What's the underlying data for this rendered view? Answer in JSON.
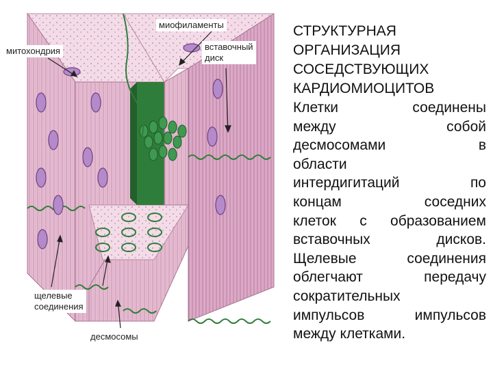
{
  "diagram": {
    "labels": {
      "myofilaments": "миофиламенты",
      "mitochondria": "митохондрия",
      "intercalated_disc_line1": "вставочный",
      "intercalated_disc_line2": "диск",
      "gap_junctions_line1": "щелевые",
      "gap_junctions_line2": "соединения",
      "desmosomes": "десмосомы"
    },
    "colors": {
      "cell_pink": "#e9c3d6",
      "cell_top": "#f3dce8",
      "cell_side": "#d9a6c4",
      "membrane_green": "#2f7d3a",
      "disc_dark_green": "#1e6b2c",
      "mitochondria_purple": "#8a5a9e",
      "arrow": "#222222"
    }
  },
  "text": {
    "heading_lines": [
      "СТРУКТУРНАЯ",
      "ОРГАНИЗАЦИЯ",
      "СОСЕДСТВУЮЩИХ",
      "КАРДИОМИОЦИТОВ"
    ],
    "body_lines": [
      "Клетки соединены",
      "между собой",
      "десмосомами в",
      "области",
      "интердигитаций по",
      "концам соседних",
      "клеток с образованием",
      "вставочных дисков.",
      "Щелевые соединения",
      "облегчают передачу",
      "сократительных",
      "импульсов импульсов",
      "между клетками."
    ]
  }
}
